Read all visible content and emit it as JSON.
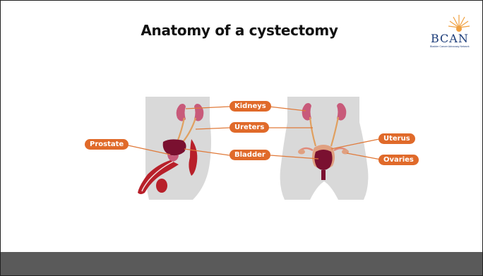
{
  "slide": {
    "title": "Anatomy of a cystectomy",
    "logo": {
      "name": "BCAN",
      "tagline": "Bladder Cancer Advocacy Network"
    }
  },
  "labels": {
    "kidneys": "Kidneys",
    "ureters": "Ureters",
    "bladder": "Bladder",
    "prostate": "Prostate",
    "uterus": "Uterus",
    "ovaries": "Ovaries"
  },
  "colors": {
    "label_bg": "#e06a2a",
    "leader_line": "#e07a3a",
    "body_silhouette": "#d9d9d9",
    "organ_dark": "#7a1030",
    "organ_pink": "#c85a7a",
    "penis_red": "#b8202a",
    "footer": "#5a5a5a"
  }
}
